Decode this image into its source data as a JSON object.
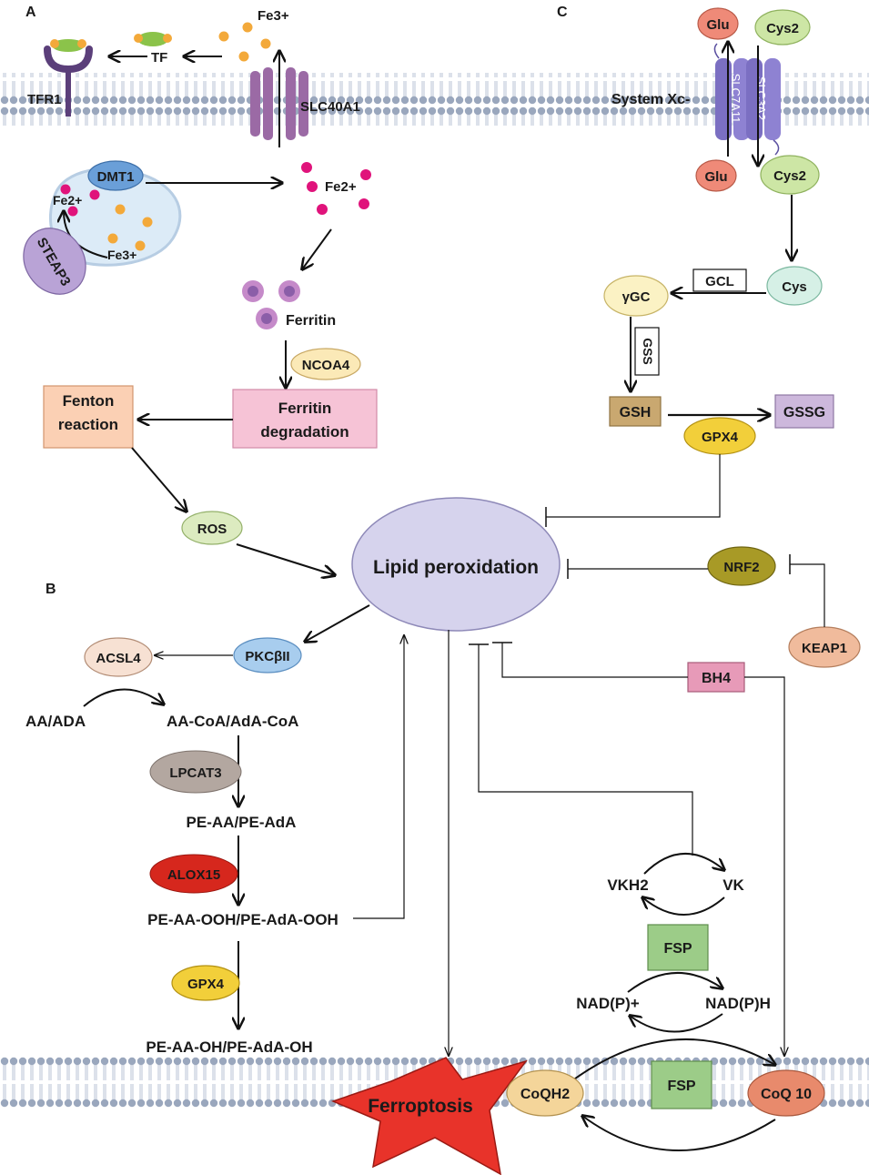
{
  "panels": {
    "a": "A",
    "b": "B",
    "c": "C"
  },
  "iron": {
    "fe3": "Fe3+",
    "fe2": "Fe2+",
    "tf": "TF",
    "tfr1": "TFR1",
    "slc40a1": "SLC40A1",
    "dmt1": "DMT1",
    "steap3": "STEAP3",
    "ferritin": "Ferritin",
    "ncoa4": "NCOA4",
    "ferritin_degradation": [
      "Ferritin",
      "degradation"
    ],
    "fenton": [
      "Fenton",
      "reaction"
    ],
    "ros": "ROS"
  },
  "center": {
    "lipid_peroxidation": "Lipid peroxidation",
    "ferroptosis": "Ferroptosis"
  },
  "pufa": {
    "pkc": "PKCβII",
    "acsl4": "ACSL4",
    "aa_ada": "AA/ADA",
    "aa_coa": "AA-CoA/AdA-CoA",
    "lpcat3": "LPCAT3",
    "pe_aa": "PE-AA/PE-AdA",
    "alox15": "ALOX15",
    "pe_ooh": "PE-AA-OOH/PE-AdA-OOH",
    "gpx4": "GPX4",
    "pe_oh": "PE-AA-OH/PE-AdA-OH"
  },
  "system_xc": {
    "label": "System Xc-",
    "slc7a11": "SLC7A11",
    "slc3a2": "SLC3A2",
    "glu": "Glu",
    "cys2": "Cys2",
    "cys": "Cys",
    "gcl": "GCL",
    "ygc": "γGC",
    "gss": "GSS",
    "gsh": "GSH",
    "gssg": "GSSG",
    "gpx4": "GPX4",
    "nrf2": "NRF2",
    "keap1": "KEAP1",
    "bh4": "BH4",
    "vkh2": "VKH2",
    "vk": "VK",
    "fsp": "FSP",
    "nadp_plus": "NAD(P)+",
    "nadph": "NAD(P)H",
    "coqh2": "CoQH2",
    "coq10": "CoQ 10"
  }
}
